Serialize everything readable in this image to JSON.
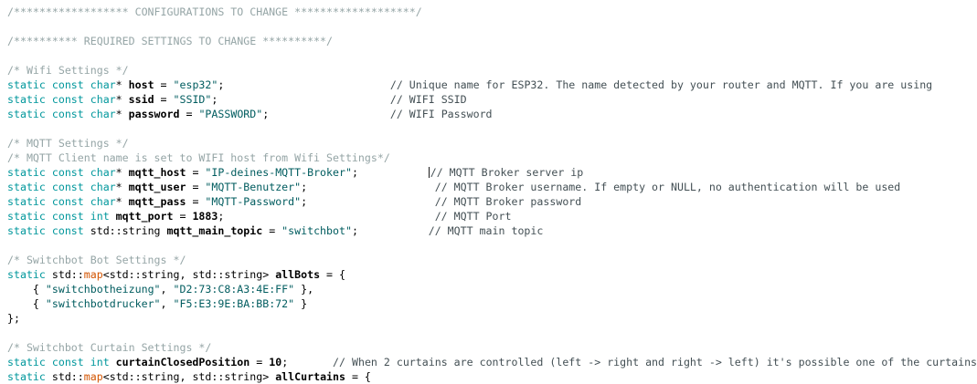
{
  "editor": {
    "background": "#ffffff",
    "colors": {
      "keyword": "#00979c",
      "type_function": "#d35400",
      "string": "#005c5f",
      "block_comment": "#95a5a6",
      "line_comment": "#434f54",
      "plain": "#000000",
      "cursor": "#1a1a1a"
    },
    "lines": [
      {
        "segments": [
          {
            "t": "/****************** CONFIGURATIONS TO CHANGE *******************/",
            "c": "cm"
          }
        ]
      },
      {
        "segments": []
      },
      {
        "segments": [
          {
            "t": "/********** REQUIRED SETTINGS TO CHANGE **********/",
            "c": "cm"
          }
        ]
      },
      {
        "segments": []
      },
      {
        "segments": [
          {
            "t": "/* Wifi Settings */",
            "c": "cm"
          }
        ]
      },
      {
        "segments": [
          {
            "t": "static const char",
            "c": "kw"
          },
          {
            "t": "* ",
            "c": "pl"
          },
          {
            "t": "host",
            "c": "id"
          },
          {
            "t": " = ",
            "c": "pl"
          },
          {
            "t": "\"esp32\"",
            "c": "st"
          },
          {
            "t": ";",
            "c": "pl"
          },
          {
            "sp": 26,
            "c": "pl"
          },
          {
            "t": "// Unique name for ESP32. The name detected by your router and MQTT. If you are using",
            "c": "lc"
          }
        ]
      },
      {
        "segments": [
          {
            "t": "static const char",
            "c": "kw"
          },
          {
            "t": "* ",
            "c": "pl"
          },
          {
            "t": "ssid",
            "c": "id"
          },
          {
            "t": " = ",
            "c": "pl"
          },
          {
            "t": "\"SSID\"",
            "c": "st"
          },
          {
            "t": ";",
            "c": "pl"
          },
          {
            "sp": 27,
            "c": "pl"
          },
          {
            "t": "// WIFI SSID",
            "c": "lc"
          }
        ]
      },
      {
        "segments": [
          {
            "t": "static const char",
            "c": "kw"
          },
          {
            "t": "* ",
            "c": "pl"
          },
          {
            "t": "password",
            "c": "id"
          },
          {
            "t": " = ",
            "c": "pl"
          },
          {
            "t": "\"PASSWORD\"",
            "c": "st"
          },
          {
            "t": ";",
            "c": "pl"
          },
          {
            "sp": 19,
            "c": "pl"
          },
          {
            "t": "// WIFI Password",
            "c": "lc"
          }
        ]
      },
      {
        "segments": []
      },
      {
        "segments": [
          {
            "t": "/* MQTT Settings */",
            "c": "cm"
          }
        ]
      },
      {
        "segments": [
          {
            "t": "/* MQTT Client name is set to WIFI host from Wifi Settings*/",
            "c": "cm"
          }
        ]
      },
      {
        "segments": [
          {
            "t": "static const char",
            "c": "kw"
          },
          {
            "t": "* ",
            "c": "pl"
          },
          {
            "t": "mqtt_host",
            "c": "id"
          },
          {
            "t": " = ",
            "c": "pl"
          },
          {
            "t": "\"IP-deines-MQTT-Broker\"",
            "c": "st"
          },
          {
            "t": ";",
            "c": "pl"
          },
          {
            "sp": 11,
            "c": "pl"
          },
          {
            "cursor": true
          },
          {
            "t": "// MQTT Broker server ip",
            "c": "lc"
          }
        ]
      },
      {
        "segments": [
          {
            "t": "static const char",
            "c": "kw"
          },
          {
            "t": "* ",
            "c": "pl"
          },
          {
            "t": "mqtt_user",
            "c": "id"
          },
          {
            "t": " = ",
            "c": "pl"
          },
          {
            "t": "\"MQTT-Benutzer\"",
            "c": "st"
          },
          {
            "t": ";",
            "c": "pl"
          },
          {
            "sp": 20,
            "c": "pl"
          },
          {
            "t": "// MQTT Broker username. If empty or NULL, no authentication will be used",
            "c": "lc"
          }
        ]
      },
      {
        "segments": [
          {
            "t": "static const char",
            "c": "kw"
          },
          {
            "t": "* ",
            "c": "pl"
          },
          {
            "t": "mqtt_pass",
            "c": "id"
          },
          {
            "t": " = ",
            "c": "pl"
          },
          {
            "t": "\"MQTT-Password\"",
            "c": "st"
          },
          {
            "t": ";",
            "c": "pl"
          },
          {
            "sp": 20,
            "c": "pl"
          },
          {
            "t": "// MQTT Broker password",
            "c": "lc"
          }
        ]
      },
      {
        "segments": [
          {
            "t": "static const int",
            "c": "kw"
          },
          {
            "t": " ",
            "c": "pl"
          },
          {
            "t": "mqtt_port",
            "c": "id"
          },
          {
            "t": " = ",
            "c": "pl"
          },
          {
            "t": "1883",
            "c": "id"
          },
          {
            "t": ";",
            "c": "pl"
          },
          {
            "sp": 33,
            "c": "pl"
          },
          {
            "t": "// MQTT Port",
            "c": "lc"
          }
        ]
      },
      {
        "segments": [
          {
            "t": "static const",
            "c": "kw"
          },
          {
            "t": " std::string ",
            "c": "pl"
          },
          {
            "t": "mqtt_main_topic",
            "c": "id"
          },
          {
            "t": " = ",
            "c": "pl"
          },
          {
            "t": "\"switchbot\"",
            "c": "st"
          },
          {
            "t": ";",
            "c": "pl"
          },
          {
            "sp": 11,
            "c": "pl"
          },
          {
            "t": "// MQTT main topic",
            "c": "lc"
          }
        ]
      },
      {
        "segments": []
      },
      {
        "segments": [
          {
            "t": "/* Switchbot Bot Settings */",
            "c": "cm"
          }
        ]
      },
      {
        "segments": [
          {
            "t": "static",
            "c": "kw"
          },
          {
            "t": " std::",
            "c": "pl"
          },
          {
            "t": "map",
            "c": "fn"
          },
          {
            "t": "<std::string, std::string> ",
            "c": "pl"
          },
          {
            "t": "allBots",
            "c": "id"
          },
          {
            "t": " = {",
            "c": "pl"
          }
        ]
      },
      {
        "segments": [
          {
            "sp": 4,
            "c": "pl"
          },
          {
            "t": "{ ",
            "c": "pl"
          },
          {
            "t": "\"switchbotheizung\"",
            "c": "st"
          },
          {
            "t": ", ",
            "c": "pl"
          },
          {
            "t": "\"D2:73:C8:A3:4E:FF\"",
            "c": "st"
          },
          {
            "t": " },",
            "c": "pl"
          }
        ]
      },
      {
        "segments": [
          {
            "sp": 4,
            "c": "pl"
          },
          {
            "t": "{ ",
            "c": "pl"
          },
          {
            "t": "\"switchbotdrucker\"",
            "c": "st"
          },
          {
            "t": ", ",
            "c": "pl"
          },
          {
            "t": "\"F5:E3:9E:BA:BB:72\"",
            "c": "st"
          },
          {
            "t": " }",
            "c": "pl"
          }
        ]
      },
      {
        "segments": [
          {
            "t": "};",
            "c": "pl"
          }
        ]
      },
      {
        "segments": []
      },
      {
        "segments": [
          {
            "t": "/* Switchbot Curtain Settings */",
            "c": "cm"
          }
        ]
      },
      {
        "segments": [
          {
            "t": "static const int",
            "c": "kw"
          },
          {
            "t": " ",
            "c": "pl"
          },
          {
            "t": "curtainClosedPosition",
            "c": "id"
          },
          {
            "t": " = ",
            "c": "pl"
          },
          {
            "t": "10",
            "c": "id"
          },
          {
            "t": ";",
            "c": "pl"
          },
          {
            "sp": 7,
            "c": "pl"
          },
          {
            "t": "// When 2 curtains are controlled (left -> right and right -> left) it's possible one of the curtains",
            "c": "lc"
          }
        ]
      },
      {
        "segments": [
          {
            "t": "static",
            "c": "kw"
          },
          {
            "t": " std::",
            "c": "pl"
          },
          {
            "t": "map",
            "c": "fn"
          },
          {
            "t": "<std::string, std::string> ",
            "c": "pl"
          },
          {
            "t": "allCurtains",
            "c": "id"
          },
          {
            "t": " = {",
            "c": "pl"
          }
        ]
      }
    ]
  }
}
